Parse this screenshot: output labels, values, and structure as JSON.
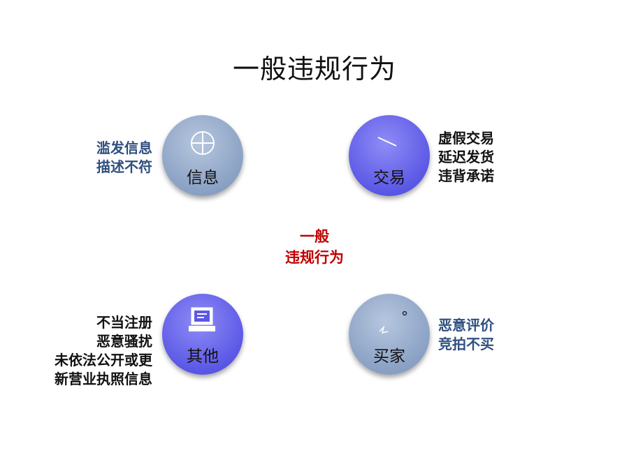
{
  "title": "一般违规行为",
  "center": {
    "line1": "一般",
    "line2": "违规行为"
  },
  "nodes": {
    "info": {
      "label": "信息",
      "items": [
        "滥发信息",
        "描述不符"
      ]
    },
    "trade": {
      "label": "交易",
      "items": [
        "虚假交易",
        "延迟发货",
        "违背承诺"
      ]
    },
    "other": {
      "label": "其他",
      "items": [
        "不当注册",
        "恶意骚扰",
        "未依法公开或更",
        "新营业执照信息"
      ]
    },
    "buyer": {
      "label": "买家",
      "items": [
        "恶意评价",
        "竞拍不买"
      ]
    }
  },
  "colors": {
    "steel_node": "#8aa1c4",
    "blue_node": "#5b58e6",
    "navy_text": "#2f4f7f",
    "center_text": "#c00000"
  },
  "icons": {
    "info": "crosshair-icon",
    "trade": "line-icon",
    "other": "terminal-icon",
    "buyer": "mark-icon"
  }
}
